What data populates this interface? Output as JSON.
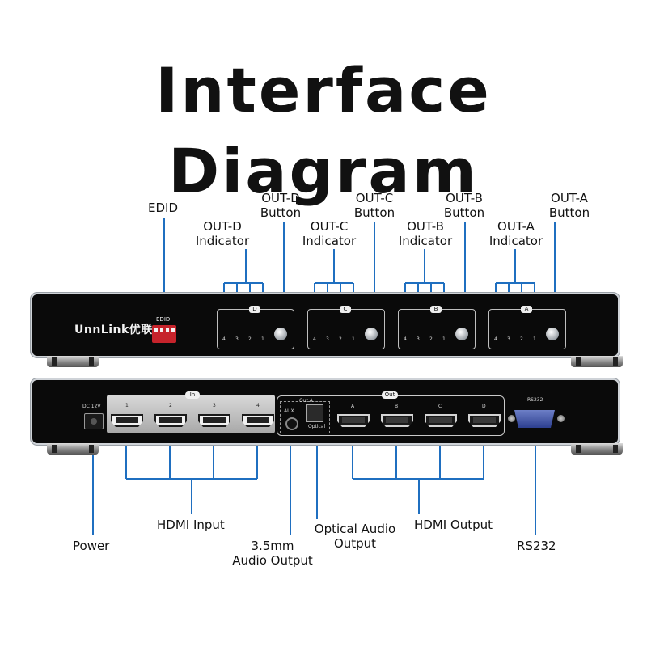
{
  "title": "Interface Diagram",
  "labels": {
    "edid": "EDID",
    "out_d_indicator": [
      "OUT-D",
      "Indicator"
    ],
    "out_d_button": [
      "OUT-D",
      "Button"
    ],
    "out_c_indicator": [
      "OUT-C",
      "Indicator"
    ],
    "out_c_button": [
      "OUT-C",
      "Button"
    ],
    "out_b_indicator": [
      "OUT-B",
      "Indicator"
    ],
    "out_b_button": [
      "OUT-B",
      "Button"
    ],
    "out_a_indicator": [
      "OUT-A",
      "Indicator"
    ],
    "out_a_button": [
      "OUT-A",
      "Button"
    ],
    "power": "Power",
    "hdmi_input": "HDMI Input",
    "audio_35": [
      "3.5mm",
      "Audio Output"
    ],
    "optical": [
      "Optical Audio",
      "Output"
    ],
    "hdmi_output": "HDMI Output",
    "rs232": "RS232"
  },
  "device": {
    "logo": "UnnLink优联",
    "edid": "EDID",
    "panels": [
      {
        "letter": "D",
        "nums": [
          "4",
          "3",
          "2",
          "1"
        ]
      },
      {
        "letter": "C",
        "nums": [
          "4",
          "3",
          "2",
          "1"
        ]
      },
      {
        "letter": "B",
        "nums": [
          "4",
          "3",
          "2",
          "1"
        ]
      },
      {
        "letter": "A",
        "nums": [
          "4",
          "3",
          "2",
          "1"
        ]
      }
    ],
    "dc": "DC 12V",
    "in_badge": "In",
    "in_ports": [
      "1",
      "2",
      "3",
      "4"
    ],
    "out_badge": "Out",
    "out_a": "Out A",
    "aux": "AUX",
    "optical": "Optical",
    "out_ports": [
      "A",
      "B",
      "C",
      "D"
    ],
    "rs232": "RS232"
  },
  "colors": {
    "line": "#1f6fc0",
    "body": "#0a0a0a",
    "edid_switch": "#c6232b",
    "rs232_port": "#3d4fa5"
  }
}
